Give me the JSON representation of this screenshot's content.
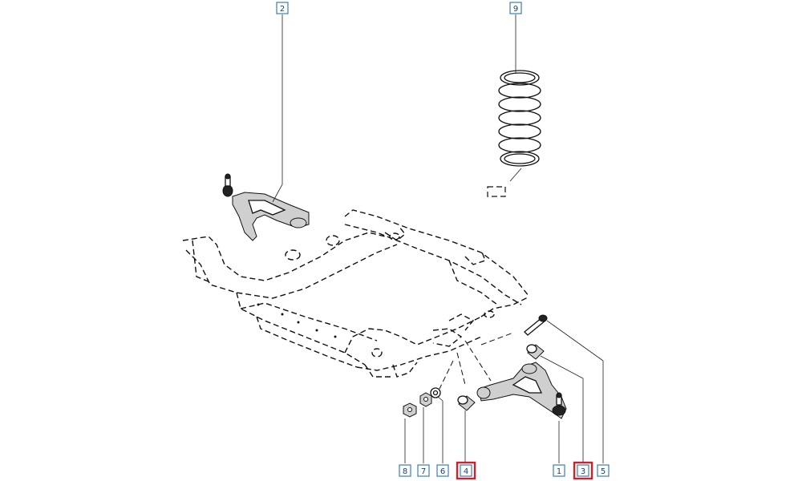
{
  "callouts": [
    {
      "id": "c2",
      "label": "2",
      "highlight": false
    },
    {
      "id": "c9",
      "label": "9",
      "highlight": false
    },
    {
      "id": "c8",
      "label": "8",
      "highlight": false
    },
    {
      "id": "c7",
      "label": "7",
      "highlight": false
    },
    {
      "id": "c6",
      "label": "6",
      "highlight": false
    },
    {
      "id": "c4",
      "label": "4",
      "highlight": true
    },
    {
      "id": "c1",
      "label": "1",
      "highlight": false
    },
    {
      "id": "c3",
      "label": "3",
      "highlight": true
    },
    {
      "id": "c5",
      "label": "5",
      "highlight": false
    }
  ],
  "colors": {
    "callout_border": "#3a7fb0",
    "callout_text": "#1b3f73",
    "highlight": "#d21f2a",
    "line": "#111111"
  }
}
